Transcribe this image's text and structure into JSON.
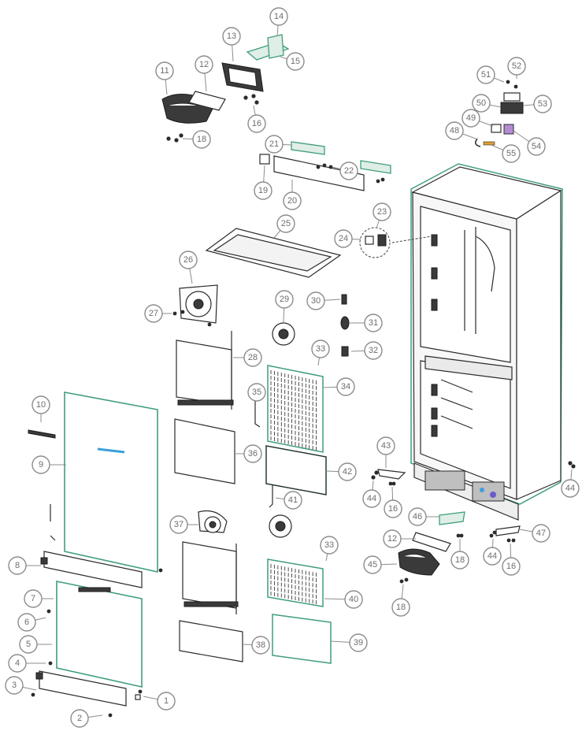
{
  "diagram": {
    "colors": {
      "callout_stroke": "#8c8c8c",
      "callout_text": "#6e6e6e",
      "highlight_outline": "#3f9e7a",
      "part_line": "#2b2b2b"
    },
    "callouts": [
      {
        "id": "c1",
        "label": "1"
      },
      {
        "id": "c2",
        "label": "2"
      },
      {
        "id": "c3",
        "label": "3"
      },
      {
        "id": "c4",
        "label": "4"
      },
      {
        "id": "c5",
        "label": "5"
      },
      {
        "id": "c6",
        "label": "6"
      },
      {
        "id": "c7",
        "label": "7"
      },
      {
        "id": "c8",
        "label": "8"
      },
      {
        "id": "c9",
        "label": "9"
      },
      {
        "id": "c10",
        "label": "10"
      },
      {
        "id": "c11",
        "label": "11"
      },
      {
        "id": "c12a",
        "label": "12"
      },
      {
        "id": "c12b",
        "label": "12"
      },
      {
        "id": "c13",
        "label": "13"
      },
      {
        "id": "c14",
        "label": "14"
      },
      {
        "id": "c15",
        "label": "15"
      },
      {
        "id": "c16a",
        "label": "16"
      },
      {
        "id": "c16b",
        "label": "16"
      },
      {
        "id": "c16c",
        "label": "16"
      },
      {
        "id": "c18a",
        "label": "18"
      },
      {
        "id": "c18b",
        "label": "18"
      },
      {
        "id": "c18c",
        "label": "18"
      },
      {
        "id": "c19",
        "label": "19"
      },
      {
        "id": "c20",
        "label": "20"
      },
      {
        "id": "c21",
        "label": "21"
      },
      {
        "id": "c22",
        "label": "22"
      },
      {
        "id": "c23",
        "label": "23"
      },
      {
        "id": "c24",
        "label": "24"
      },
      {
        "id": "c25",
        "label": "25"
      },
      {
        "id": "c26",
        "label": "26"
      },
      {
        "id": "c27",
        "label": "27"
      },
      {
        "id": "c28",
        "label": "28"
      },
      {
        "id": "c29",
        "label": "29"
      },
      {
        "id": "c30",
        "label": "30"
      },
      {
        "id": "c31",
        "label": "31"
      },
      {
        "id": "c32",
        "label": "32"
      },
      {
        "id": "c33a",
        "label": "33"
      },
      {
        "id": "c33b",
        "label": "33"
      },
      {
        "id": "c34",
        "label": "34"
      },
      {
        "id": "c35",
        "label": "35"
      },
      {
        "id": "c36",
        "label": "36"
      },
      {
        "id": "c37",
        "label": "37"
      },
      {
        "id": "c38",
        "label": "38"
      },
      {
        "id": "c39",
        "label": "39"
      },
      {
        "id": "c40",
        "label": "40"
      },
      {
        "id": "c41",
        "label": "41"
      },
      {
        "id": "c42",
        "label": "42"
      },
      {
        "id": "c43",
        "label": "43"
      },
      {
        "id": "c44a",
        "label": "44"
      },
      {
        "id": "c44b",
        "label": "44"
      },
      {
        "id": "c44c",
        "label": "44"
      },
      {
        "id": "c45",
        "label": "45"
      },
      {
        "id": "c46",
        "label": "46"
      },
      {
        "id": "c47",
        "label": "47"
      },
      {
        "id": "c48",
        "label": "48"
      },
      {
        "id": "c49",
        "label": "49"
      },
      {
        "id": "c50",
        "label": "50"
      },
      {
        "id": "c51",
        "label": "51"
      },
      {
        "id": "c52",
        "label": "52"
      },
      {
        "id": "c53",
        "label": "53"
      },
      {
        "id": "c54",
        "label": "54"
      },
      {
        "id": "c55",
        "label": "55"
      }
    ]
  }
}
